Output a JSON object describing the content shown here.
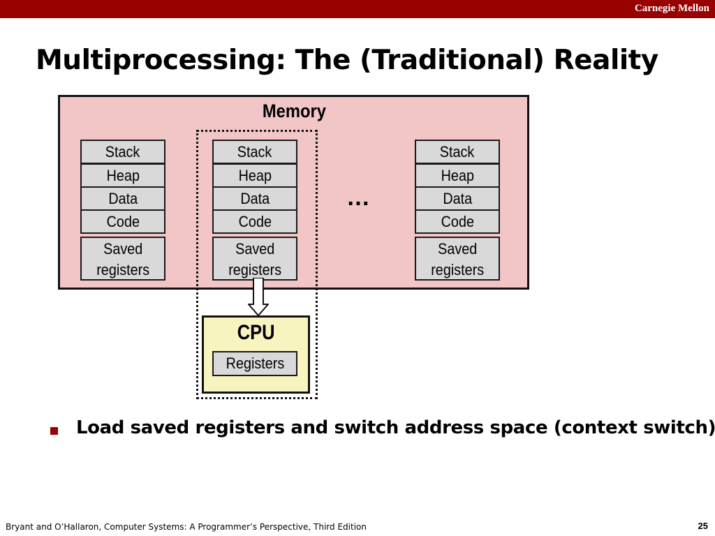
{
  "header": {
    "brand": "Carnegie Mellon"
  },
  "slide": {
    "title": "Multiprocessing: The (Traditional) Reality",
    "page_number": "25"
  },
  "diagram": {
    "memory_label": "Memory",
    "ellipsis": "…",
    "processes": [
      {
        "segments": [
          "Stack",
          "Heap",
          "Data",
          "Code"
        ],
        "saved_line1": "Saved",
        "saved_line2": "registers"
      },
      {
        "segments": [
          "Stack",
          "Heap",
          "Data",
          "Code"
        ],
        "saved_line1": "Saved",
        "saved_line2": "registers"
      },
      {
        "segments": [
          "Stack",
          "Heap",
          "Data",
          "Code"
        ],
        "saved_line1": "Saved",
        "saved_line2": "registers"
      }
    ],
    "cpu_label": "CPU",
    "registers_label": "Registers"
  },
  "bullets": [
    "Load saved registers and switch address space (context switch)"
  ],
  "footer": "Bryant and O’Hallaron, Computer Systems: A Programmer’s Perspective, Third Edition",
  "colors": {
    "header_bar": "#990000",
    "memory_fill": "#f2c6c6",
    "cpu_fill": "#f8f4c0",
    "segment_fill": "#d9d9d9",
    "bullet_marker": "#990000"
  }
}
